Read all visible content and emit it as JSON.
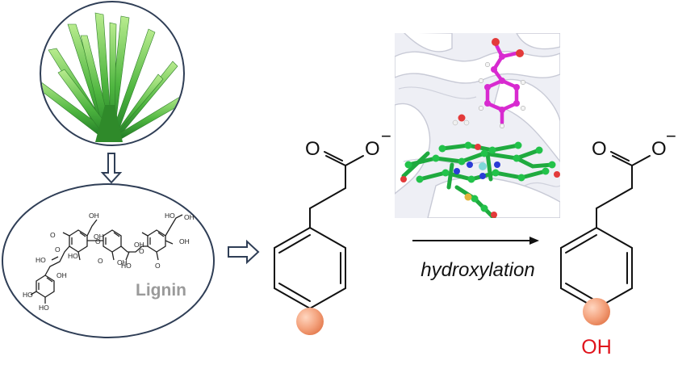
{
  "lignin": {
    "label": "Lignin"
  },
  "reaction": {
    "label": "hydroxylation"
  },
  "substrate": {
    "carbonyl_o": "O",
    "carboxylate_o": "O",
    "charge": "−"
  },
  "product": {
    "carbonyl_o": "O",
    "carboxylate_o": "O",
    "charge": "−",
    "hydroxyl": "OH"
  },
  "lignin_groups": {
    "methoxy_1": "O",
    "hydroxyl_1": "OH",
    "hydroxyl_2": "HO",
    "methoxy_2": "O",
    "hydroxyl_3": "OH",
    "hydroxyl_4": "HO",
    "hydroxyl_5": "OH",
    "hydroxyl_6": "HO",
    "hydroxyl_7": "HO",
    "hydroxyl_8": "OH",
    "hydroxyl_9": "HO",
    "hydroxyl_10": "OH",
    "ring_o": "O",
    "ring_o_2": "O",
    "ring_o_3": "O",
    "methoxy_3": "O",
    "hydroxyl_11": "OH",
    "hydroxyl_12": "HO",
    "hydroxyl_13": "OH"
  },
  "colors": {
    "highlight_atom": "#f4a37e",
    "product_hydroxyl": "#e0141c",
    "plant_green": "#3fa33a",
    "heme_green": "#22c24a",
    "substrate_magenta": "#d82ad0",
    "protein_gray": "#e4e6ef"
  },
  "icons": {
    "plant": "grass-plant-icon",
    "protein": "enzyme-structure-icon",
    "down_arrow": "hollow-down-arrow-icon",
    "right_arrow": "hollow-right-arrow-icon"
  }
}
